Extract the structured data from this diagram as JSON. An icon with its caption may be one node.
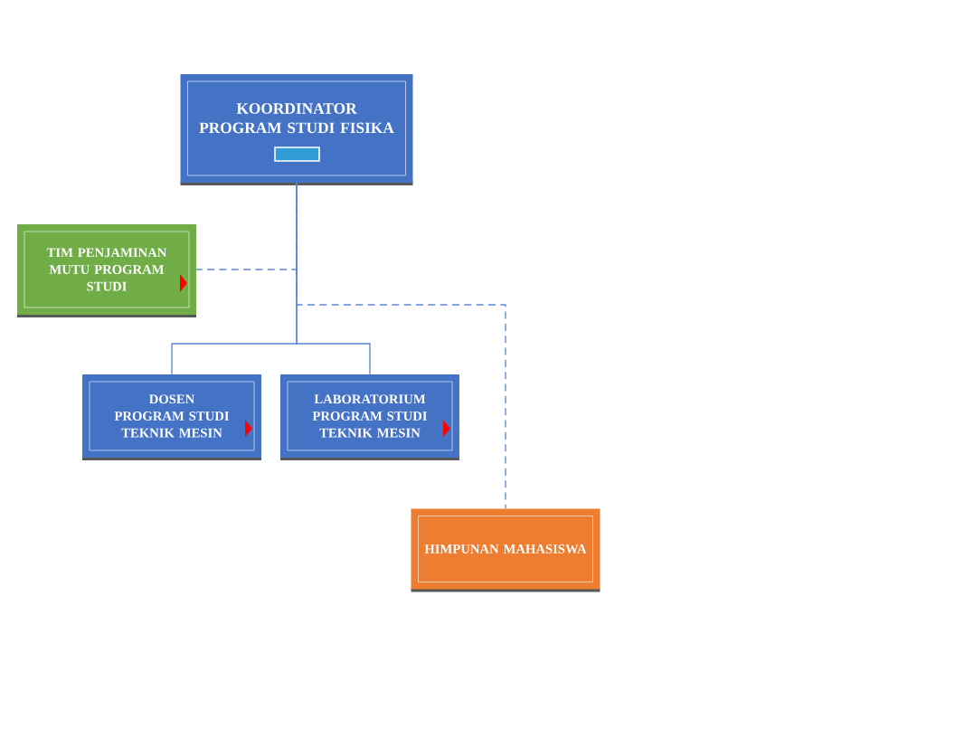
{
  "diagram": {
    "nodes": [
      {
        "text": [
          "KOORDINATOR",
          "PROGRAM STUDI **FISIKA**"
        ]
      },
      {
        "text": [
          "TIM PENJAMINAN MUTU PROGRAM STUDI"
        ]
      },
      {
        "text": [
          "DOSEN PROGRAM STUDI TEKNIK MESIN"
        ]
      },
      {
        "text": [
          "LABORATORIUM PROGRAM STUDI TEKNIK MESIN"
        ]
      },
      {
        "text": [
          "HIMPUNAN MAHASISWA"
        ]
      }
    ],
    "edges": [
      {
        "from": 0,
        "to": 1,
        "arrow": "none",
        "style": "dashed"
      },
      {
        "from": 0,
        "to": 2,
        "arrow": "none"
      },
      {
        "from": 0,
        "to": 3,
        "arrow": "none"
      },
      {
        "from": 0,
        "to": 4,
        "arrow": "none",
        "style": "dashed"
      }
    ]
  }
}
